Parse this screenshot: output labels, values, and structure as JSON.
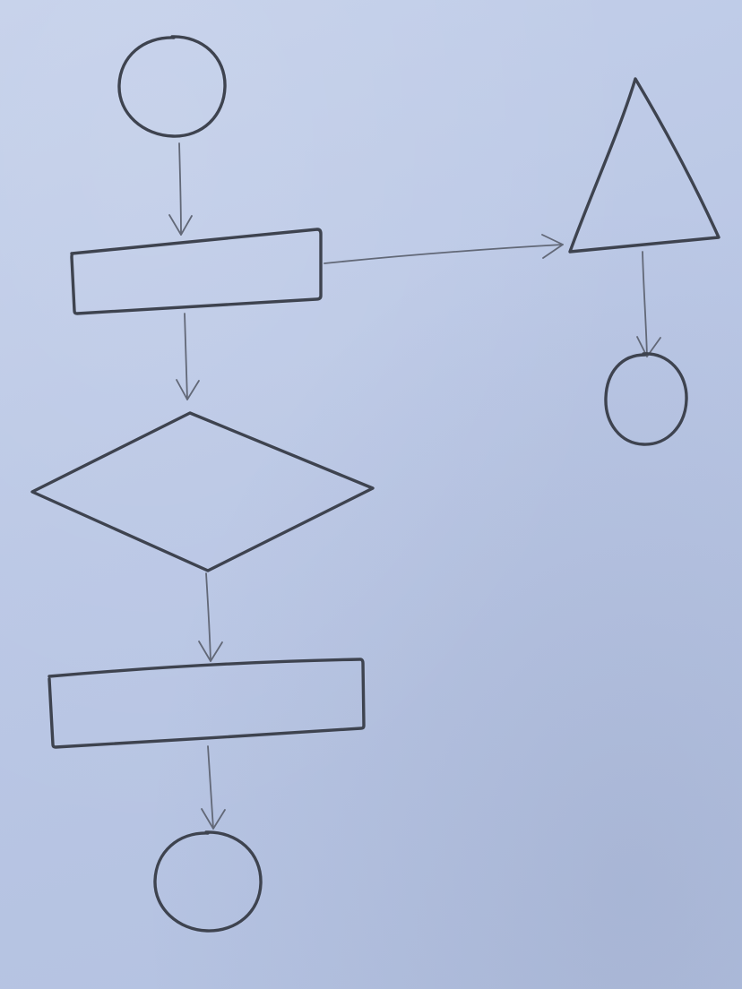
{
  "diagram": {
    "kind": "hand-drawn flowchart",
    "medium": "pencil on paper",
    "colors": {
      "paper": "#bcc8e6",
      "pencil_shape": "#3e434f",
      "pencil_arrow": "#626877"
    },
    "nodes": [
      {
        "id": "start",
        "shape": "circle",
        "label": ""
      },
      {
        "id": "process-1",
        "shape": "rectangle",
        "label": ""
      },
      {
        "id": "decision",
        "shape": "diamond",
        "label": ""
      },
      {
        "id": "process-2",
        "shape": "rectangle",
        "label": ""
      },
      {
        "id": "end-main",
        "shape": "circle",
        "label": ""
      },
      {
        "id": "branch",
        "shape": "triangle",
        "label": ""
      },
      {
        "id": "end-branch",
        "shape": "circle",
        "label": ""
      }
    ],
    "edges": [
      {
        "from": "start",
        "to": "process-1"
      },
      {
        "from": "process-1",
        "to": "decision"
      },
      {
        "from": "decision",
        "to": "process-2"
      },
      {
        "from": "process-2",
        "to": "end-main"
      },
      {
        "from": "process-1",
        "to": "branch"
      },
      {
        "from": "branch",
        "to": "end-branch"
      }
    ]
  }
}
